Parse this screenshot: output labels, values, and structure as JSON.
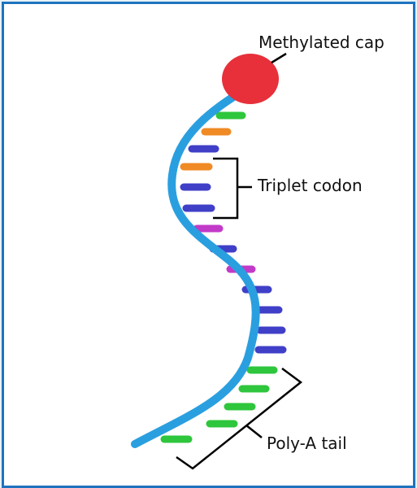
{
  "labels": {
    "cap": "Methylated cap",
    "codon": "Triplet codon",
    "polya": "Poly-A tail"
  },
  "colors": {
    "frame": "#1e73be",
    "backbone": "#2a9fe0",
    "cap": "#e8303a",
    "green": "#2ec63c",
    "orange": "#f08a24",
    "blue": "#3f3fc8",
    "magenta": "#c23ac8"
  },
  "bases": [
    "green",
    "orange",
    "blue",
    "orange",
    "blue",
    "blue",
    "magenta",
    "blue",
    "magenta",
    "blue",
    "blue",
    "blue",
    "blue",
    "green",
    "green",
    "green",
    "green",
    "green"
  ]
}
